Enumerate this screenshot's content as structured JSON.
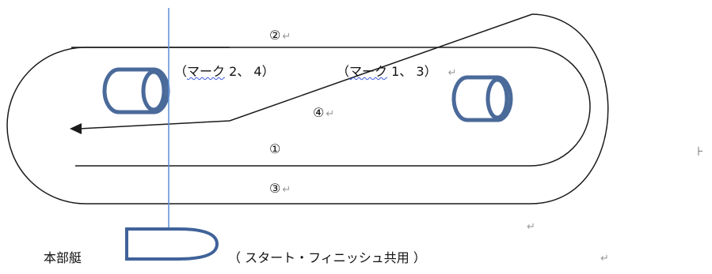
{
  "labels": {
    "course_2": "②",
    "course_1": "①",
    "course_3": "③",
    "course_4": "④",
    "mark_left_open": "（",
    "mark_left_word": "マーク",
    "mark_left_rest": " 2、 4）",
    "mark_right_open": "（",
    "mark_right_word": "マーク",
    "mark_right_rest": " 1、 3）",
    "hq_boat": "本部艇",
    "start_finish": "（ スタート・フィニッシュ共用 ）"
  },
  "return_mark": "↵",
  "cursor_mark": "⊦",
  "colors": {
    "line": "#1a1a1a",
    "buoy": "#4a6a9a",
    "boat": "#3f6299",
    "start_line": "#5b8fd6",
    "wavy": "#3b5bdb",
    "return_mark": "#999999"
  }
}
